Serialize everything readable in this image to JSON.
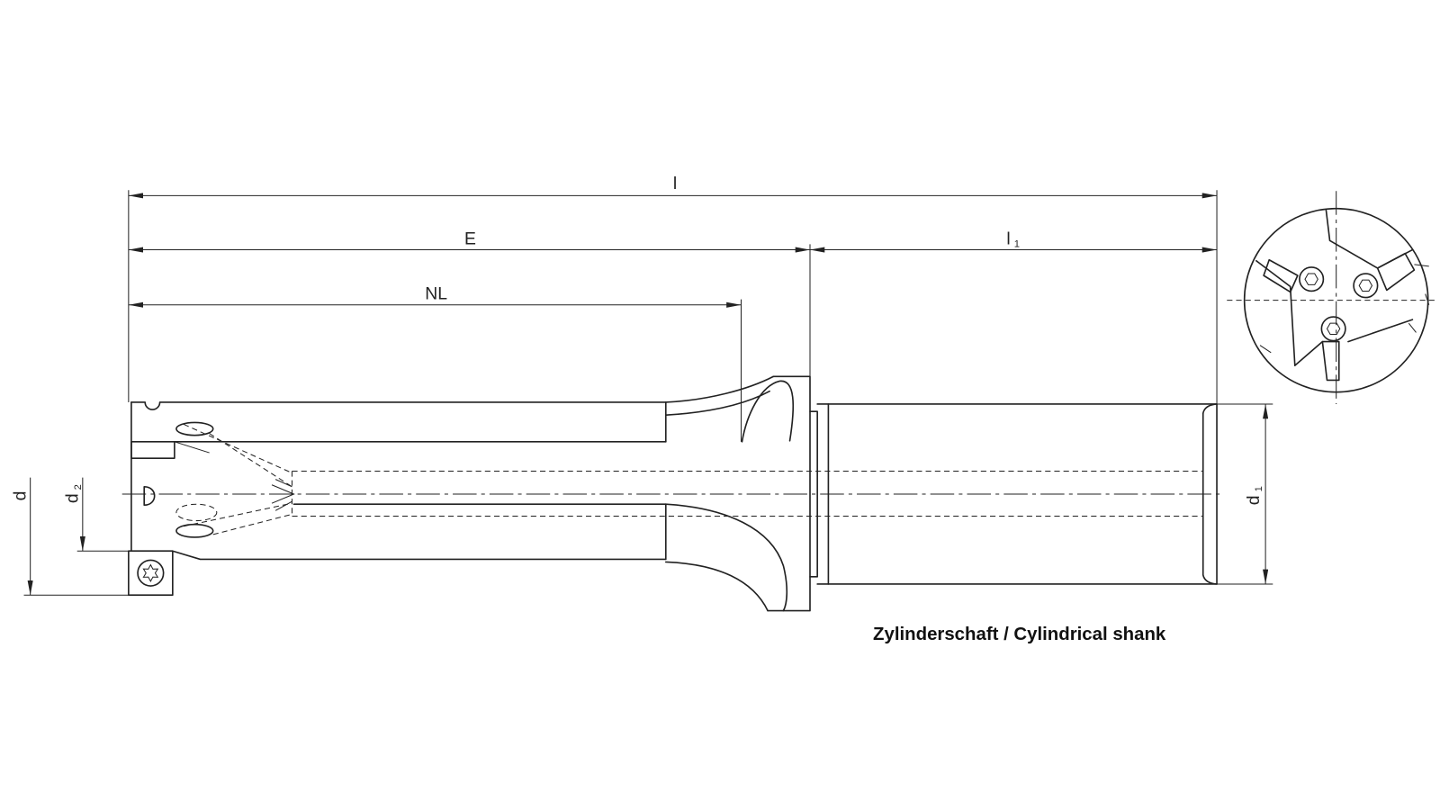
{
  "drawing": {
    "dimension_labels": {
      "l": "l",
      "E": "E",
      "l1": {
        "symbol": "l",
        "subscript": "1"
      },
      "NL": "NL",
      "d": "d",
      "d2": {
        "symbol": "d",
        "subscript": "2"
      },
      "d1": {
        "symbol": "d",
        "subscript": "1"
      }
    },
    "caption": "Zylinderschaft / Cylindrical shank"
  },
  "colors": {
    "line": "#222222",
    "background": "#ffffff"
  }
}
